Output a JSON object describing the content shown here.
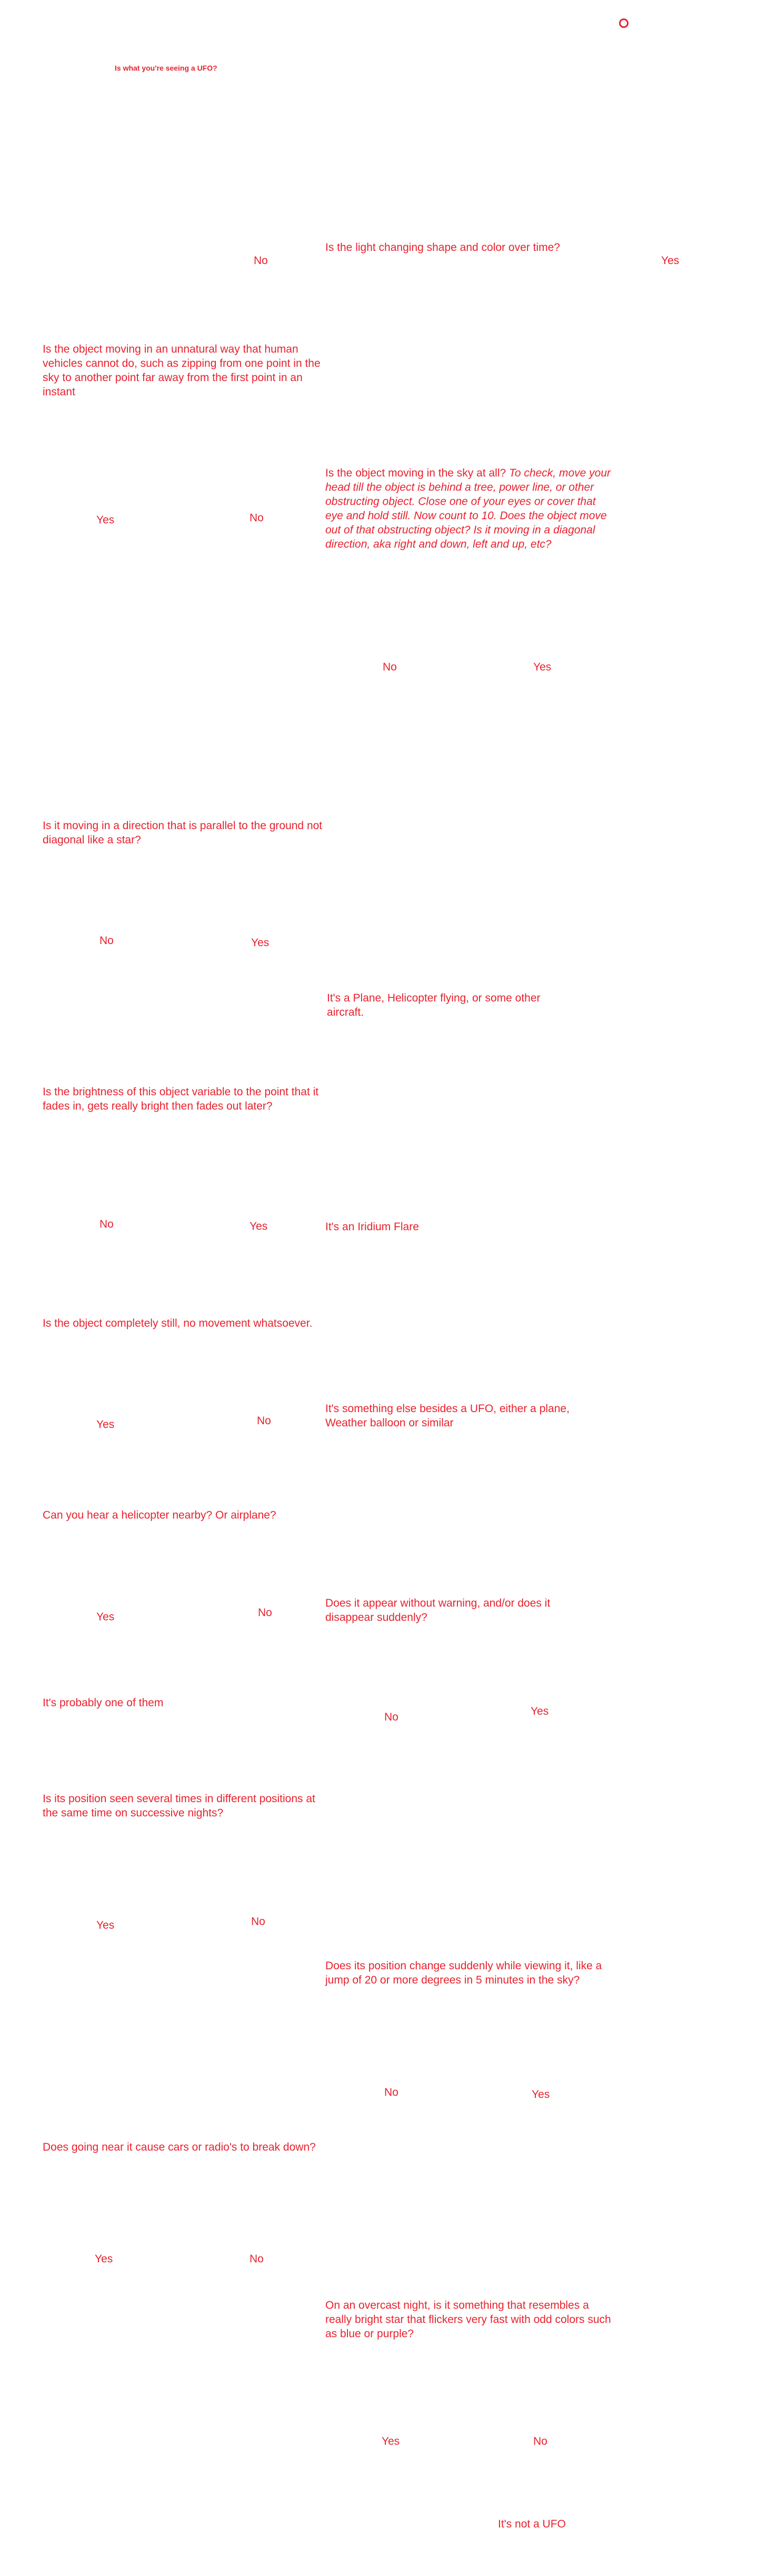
{
  "header": {
    "title": "Is what you're seeing a UFO?",
    "icon": "circle-icon"
  },
  "colors": {
    "accent": "#e8222e",
    "background": "#ffffff"
  },
  "nodes": {
    "q1": "Is the light changing shape and color over time?",
    "q1_no": "No",
    "q1_yes": "Yes",
    "q2": "Is the object moving in an unnatural way that human vehicles cannot do, such as zipping from one point in the sky to another point far away from the first point in an instant",
    "q2_yes": "Yes",
    "q2_no": "No",
    "q3_lead": "Is the object moving in the sky at all?",
    "q3_italic": " To check, move your head till the object is behind a tree, power line, or other obstructing object. Close one of your eyes or cover that eye and hold still. Now count to 10. Does the object move out of that obstructing object? Is it moving in a diagonal direction, aka right and down, left and up, etc?",
    "q3_no": "No",
    "q3_yes": "Yes",
    "q4": "Is it moving in a direction that is parallel to the ground not diagonal like a star?",
    "q4_no": "No",
    "q4_yes": "Yes",
    "r_plane": "It's a Plane, Helicopter flying, or some other aircraft.",
    "q5": "Is the brightness of this object variable to the point that it fades in, gets really bright then fades out later?",
    "q5_no": "No",
    "q5_yes": "Yes",
    "r_iridium": "It's an Iridium Flare",
    "q6": "Is the object completely still, no movement whatsoever.",
    "q6_yes": "Yes",
    "q6_no": "No",
    "r_else": "It's something else besides a UFO, either a plane, Weather balloon or similar",
    "q7": "Can you hear a helicopter nearby? Or airplane?",
    "q7_yes": "Yes",
    "q7_no": "No",
    "q8": "Does it appear without warning, and/or does it disappear suddenly?",
    "r_them": "It's probably one of them",
    "q8_no": "No",
    "q8_yes": "Yes",
    "q9": "Is its position seen several times in different positions at the same time on successive nights?",
    "q9_yes": "Yes",
    "q9_no": "No",
    "q10": "Does its position change suddenly while viewing it, like a jump of 20 or more degrees in 5 minutes in the sky?",
    "q10_no": "No",
    "q10_yes": "Yes",
    "q11": "Does going near it cause cars or radio's to break down?",
    "q11_yes": "Yes",
    "q11_no": "No",
    "q12": "On an overcast  night, is it something that resembles a really bright star that flickers very fast with odd colors such as blue or purple?",
    "q12_yes": "Yes",
    "q12_no": "No",
    "r_notufo": "It's not a UFO"
  }
}
